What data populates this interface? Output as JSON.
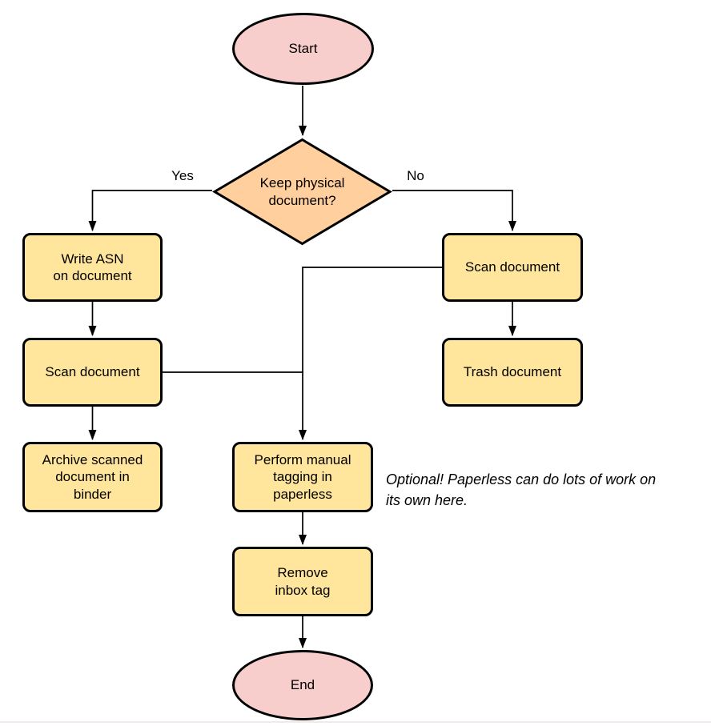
{
  "colors": {
    "background": "#ffffff",
    "stroke": "#000000",
    "text": "#000000",
    "terminator_fill": "#f8cecc",
    "decision_fill": "#ffcf9e",
    "process_fill": "#ffe69c",
    "bottom_rule": "#f2e9e9"
  },
  "nodes": {
    "start": {
      "label": "Start"
    },
    "decision": {
      "label": "Keep physical\ndocument?"
    },
    "write_asn": {
      "label": "Write ASN\non document"
    },
    "scan_left": {
      "label": "Scan document"
    },
    "archive": {
      "label": "Archive scanned\ndocument in\nbinder"
    },
    "scan_right": {
      "label": "Scan document"
    },
    "trash": {
      "label": "Trash document"
    },
    "tagging": {
      "label": "Perform manual\ntagging in\npaperless"
    },
    "remove_inbox": {
      "label": "Remove\ninbox tag"
    },
    "end": {
      "label": "End"
    }
  },
  "edge_labels": {
    "yes": "Yes",
    "no": "No"
  },
  "annotation": {
    "text": "Optional! Paperless can do lots of work on\nits own here."
  }
}
